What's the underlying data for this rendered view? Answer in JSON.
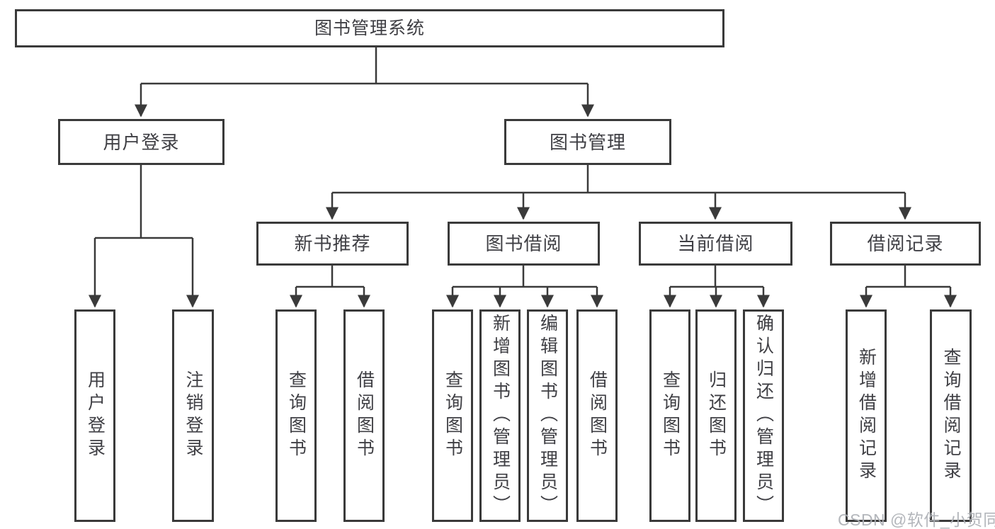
{
  "watermark": "CSDN @软件_小贺同学",
  "colors": {
    "line": "#3a3a3a",
    "box_border": "#3a3a3a",
    "text": "#3f3f44",
    "background": "#ffffff",
    "watermark": "#adb0b5"
  },
  "diagram": {
    "type": "tree",
    "root": {
      "label": "图书管理系统"
    },
    "branches": [
      {
        "label": "用户登录",
        "children": [
          {
            "label": "用户登录"
          },
          {
            "label": "注销登录"
          }
        ]
      },
      {
        "label": "图书管理",
        "children": [
          {
            "label": "新书推荐",
            "children": [
              {
                "label": "查询图书"
              },
              {
                "label": "借阅图书"
              }
            ]
          },
          {
            "label": "图书借阅",
            "children": [
              {
                "label": "查询图书"
              },
              {
                "label": "新增图书（管理员）"
              },
              {
                "label": "编辑图书（管理员）"
              },
              {
                "label": "借阅图书"
              }
            ]
          },
          {
            "label": "当前借阅",
            "children": [
              {
                "label": "查询图书"
              },
              {
                "label": "归还图书"
              },
              {
                "label": "确认归还（管理员）"
              }
            ]
          },
          {
            "label": "借阅记录",
            "children": [
              {
                "label": "新增借阅记录"
              },
              {
                "label": "查询借阅记录"
              }
            ]
          }
        ]
      }
    ]
  }
}
